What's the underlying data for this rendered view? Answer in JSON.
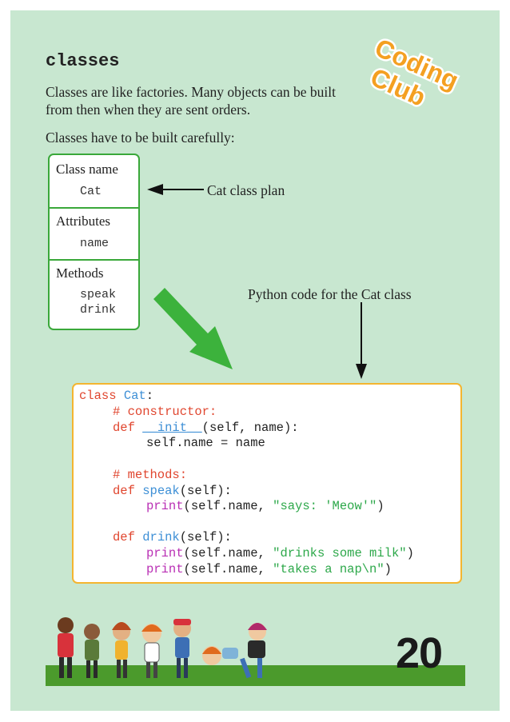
{
  "title": "classes",
  "intro": "Classes are like factories. Many objects can be built from then when they are sent orders.",
  "intro2": "Classes have to be built carefully:",
  "logo": {
    "line1": "Coding",
    "line2": "Club"
  },
  "cat_plan": {
    "class_name_label": "Class name",
    "class_name": "Cat",
    "attributes_label": "Attributes",
    "attributes": [
      "name"
    ],
    "methods_label": "Methods",
    "methods": [
      "speak",
      "drink"
    ]
  },
  "labels": {
    "plan": "Cat class plan",
    "python": "Python code for the Cat class"
  },
  "code": {
    "l1_kw": "class",
    "l1_name": "Cat",
    "l1_end": ":",
    "l2": "# constructor:",
    "l3_kw": "def",
    "l3_name": "__init__",
    "l3_end": "(self, name):",
    "l4": "self.name = name",
    "l5": "# methods:",
    "l6_kw": "def",
    "l6_name": "speak",
    "l6_end": "(self):",
    "l7_fn": "print",
    "l7_a": "(self.name, ",
    "l7_str": "\"says: 'Meow'\"",
    "l7_end": ")",
    "l8_kw": "def",
    "l8_name": "drink",
    "l8_end": "(self):",
    "l9_fn": "print",
    "l9_a": "(self.name, ",
    "l9_str": "\"drinks some milk\"",
    "l9_end": ")",
    "l10_fn": "print",
    "l10_a": "(self.name, ",
    "l10_str": "\"takes a nap\\n\"",
    "l10_end": ")"
  },
  "page_number": "20",
  "colors": {
    "page_bg": "#c8e7d0",
    "green_border": "#3aa83a",
    "code_border": "#f4b530",
    "logo_orange": "#f4a021",
    "ground": "#4b9a2c"
  }
}
